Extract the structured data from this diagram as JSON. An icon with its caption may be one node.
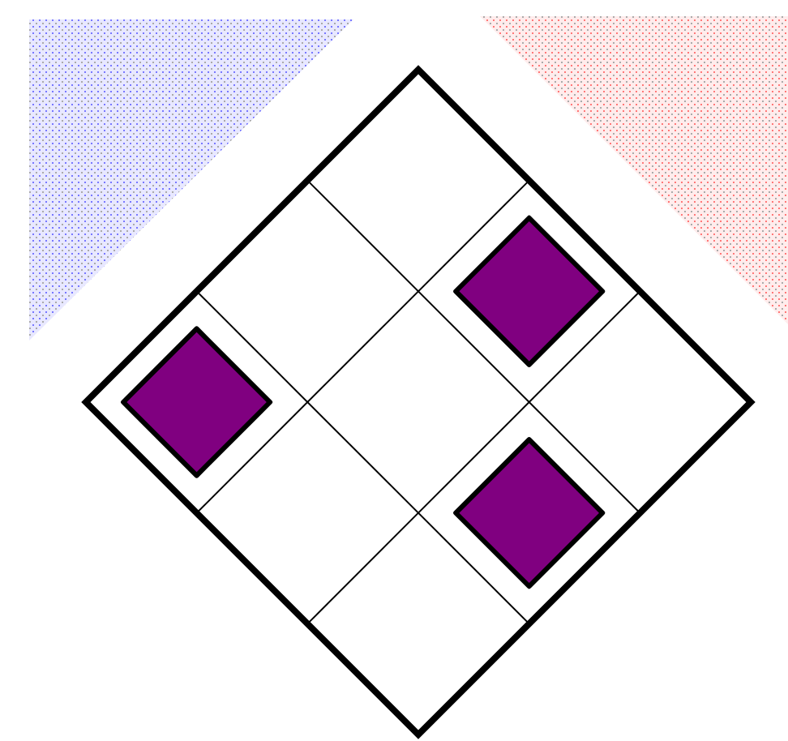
{
  "diagram": {
    "nodes": [
      {
        "text": [],
        "shape": "triangle"
      },
      {
        "text": [],
        "shape": "triangle"
      },
      {
        "text": [],
        "shape": "diamond"
      },
      {
        "text": [],
        "shape": "diamond",
        "in": 2
      },
      {
        "text": [],
        "shape": "diamond",
        "in": 2
      },
      {
        "text": [],
        "shape": "diamond",
        "in": 2
      }
    ]
  }
}
